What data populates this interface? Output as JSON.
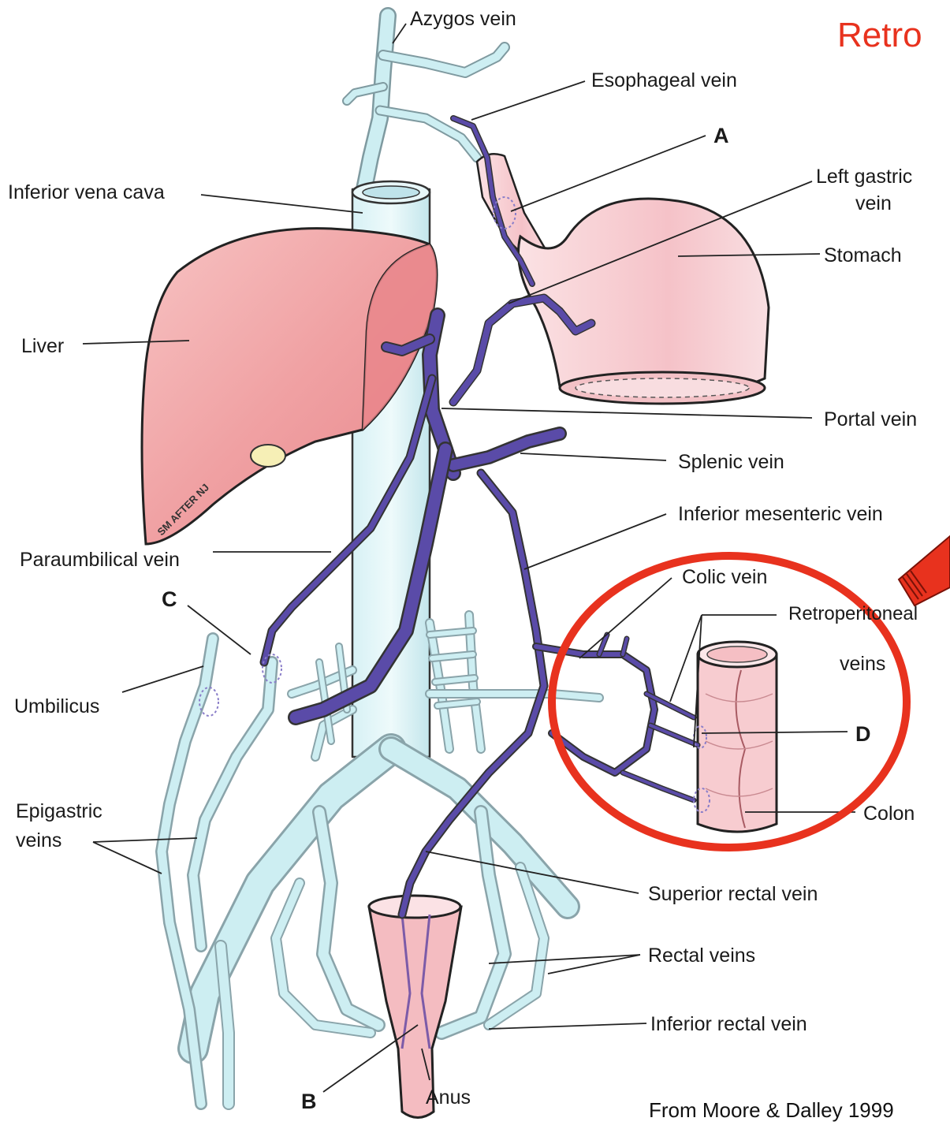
{
  "title": "Retro",
  "credit": "From Moore & Dalley 1999",
  "labels": {
    "azygos": "Azygos vein",
    "esophageal": "Esophageal vein",
    "a": "A",
    "ivc": "Inferior vena cava",
    "left_gastric_1": "Left gastric",
    "left_gastric_2": "vein",
    "stomach": "Stomach",
    "liver": "Liver",
    "portal": "Portal vein",
    "splenic": "Splenic vein",
    "imv": "Inferior mesenteric vein",
    "paraumbilical": "Paraumbilical vein",
    "colic": "Colic vein",
    "c": "C",
    "retroperitoneal_1": "Retroperitoneal",
    "retroperitoneal_2": "veins",
    "umbilicus": "Umbilicus",
    "d": "D",
    "epigastric_1": "Epigastric",
    "epigastric_2": "veins",
    "colon": "Colon",
    "superior_rectal": "Superior rectal vein",
    "rectal": "Rectal veins",
    "inferior_rectal": "Inferior rectal vein",
    "b": "B",
    "anus": "Anus"
  },
  "artist_signature": "SM AFTER NJ",
  "colors": {
    "organ": "#f2a7a8",
    "organ_dark": "#e07b80",
    "systemic_vein": "#cdeef2",
    "portal_vein": "#5a4ba8",
    "highlight_circle": "#e8321e",
    "arrow": "#e8321e",
    "title": "#e8321e"
  }
}
